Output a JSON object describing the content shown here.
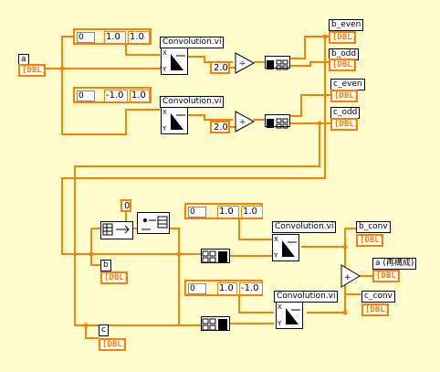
{
  "controls": {
    "a": {
      "label": "a",
      "type": "[DBL]"
    },
    "b": {
      "label": "b",
      "type": "[DBL]"
    },
    "c": {
      "label": "c",
      "type": "[DBL]"
    }
  },
  "indicators": {
    "b_even": {
      "label": "b_even",
      "type": "[DBL]"
    },
    "b_odd": {
      "label": "b_odd",
      "type": "[DBL]"
    },
    "c_even": {
      "label": "c_even",
      "type": "[DBL]"
    },
    "c_odd": {
      "label": "c_odd",
      "type": "[DBL]"
    },
    "b_conv": {
      "label": "b_conv",
      "type": "[DBL]"
    },
    "c_conv": {
      "label": "c_conv",
      "type": "[DBL]"
    },
    "a_recon": {
      "label": "a (再構成)",
      "type": "[DBL]"
    }
  },
  "subvis": {
    "conv1": {
      "label": "Convolution.vi",
      "x": "X",
      "y": "Y"
    },
    "conv2": {
      "label": "Convolution.vi",
      "x": "X",
      "y": "Y"
    },
    "conv3": {
      "label": "Convolution.vi",
      "x": "X",
      "y": "Y"
    },
    "conv4": {
      "label": "Convolution.vi",
      "x": "X",
      "y": "Y"
    }
  },
  "arrays": {
    "arr1": {
      "index": "0",
      "v0": "1.0",
      "v1": "1.0"
    },
    "arr2": {
      "index": "0",
      "v0": "-1.0",
      "v1": "1.0"
    },
    "arr3": {
      "index": "0",
      "v0": "1.0",
      "v1": "1.0"
    },
    "arr4": {
      "index": "0",
      "v0": "1.0",
      "v1": "-1.0"
    }
  },
  "constants": {
    "div1": "2.0",
    "div2": "2.0",
    "zero": "0"
  },
  "colors": {
    "wire": "#ff7f00",
    "background": "#fffdcc"
  }
}
